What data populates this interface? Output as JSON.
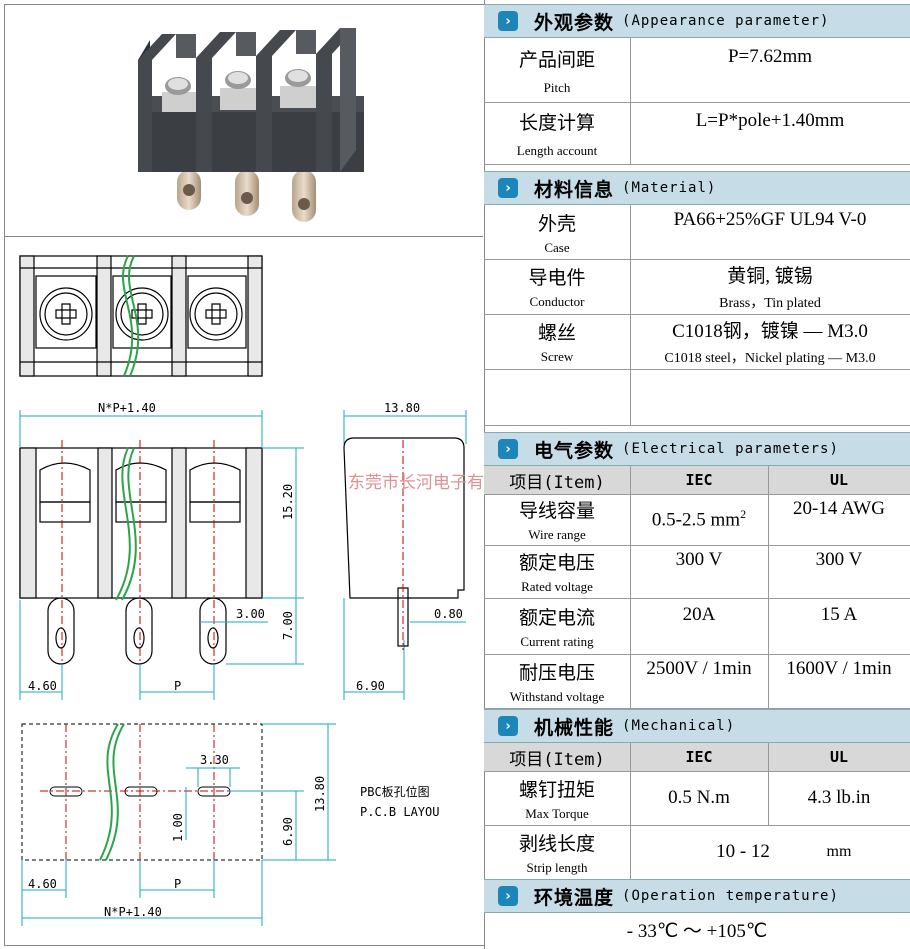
{
  "watermark": "东莞市长河电子有",
  "drawings": {
    "dims": {
      "np_top": "N*P+1.40",
      "w_1380": "13.80",
      "h_1520": "15.20",
      "h_700": "7.00",
      "d_300": "3.00",
      "d_080": "0.80",
      "d_460": "4.60",
      "p": "P",
      "d_690": "6.90",
      "d_330": "3.30",
      "d_100": "1.00",
      "h2_690": "6.90",
      "h2_1380": "13.80",
      "d2_460": "4.60",
      "p2": "P",
      "np_bottom": "N*P+1.40"
    },
    "pcb_label_line1": "PBC板孔位图",
    "pcb_label_line2": "P.C.B LAYOU"
  },
  "sections": {
    "appearance": {
      "title": "外观参数",
      "subtitle": "(Appearance parameter)"
    },
    "material": {
      "title": "材料信息",
      "subtitle": "(Material)"
    },
    "electrical": {
      "title": "电气参数",
      "subtitle": "(Electrical parameters)"
    },
    "mechanical": {
      "title": "机械性能",
      "subtitle": "(Mechanical)"
    },
    "temperature": {
      "title": "环境温度",
      "subtitle": "(Operation temperature)"
    }
  },
  "appearance_rows": [
    {
      "zh": "产品间距",
      "en": "Pitch",
      "value": "P=7.62mm"
    },
    {
      "zh": "长度计算",
      "en": "Length account",
      "value": "L=P*pole+1.40mm"
    }
  ],
  "material_rows": [
    {
      "zh": "外壳",
      "en": "Case",
      "value": "PA66+25%GF UL94 V-0",
      "value_en": ""
    },
    {
      "zh": "导电件",
      "en": "Conductor",
      "value": "黄铜, 镀锡",
      "value_en": "Brass，Tin plated"
    },
    {
      "zh": "螺丝",
      "en": "Screw",
      "value": "C1018钢，镀镍 — M3.0",
      "value_en": "C1018 steel，Nickel plating — M3.0"
    }
  ],
  "electrical": {
    "header": {
      "item": "项目(Item)",
      "iec": "IEC",
      "ul": "UL"
    },
    "rows": [
      {
        "zh": "导线容量",
        "en": "Wire range",
        "iec": "0.5-2.5 mm",
        "iec_sup": "2",
        "ul": "20-14  AWG"
      },
      {
        "zh": "额定电压",
        "en": "Rated voltage",
        "iec": "300 V",
        "ul": "300 V"
      },
      {
        "zh": "额定电流",
        "en": "Current rating",
        "iec": "20A",
        "ul": "15  A"
      },
      {
        "zh": "耐压电压",
        "en": "Withstand voltage",
        "iec": "2500V / 1min",
        "ul": "1600V / 1min"
      }
    ]
  },
  "mechanical": {
    "header": {
      "item": "项目(Item)",
      "iec": "IEC",
      "ul": "UL"
    },
    "rows": [
      {
        "zh": "螺钉扭矩",
        "en": "Max Torque",
        "iec": "0.5  N.m",
        "ul": "4.3 lb.in"
      },
      {
        "zh": "剥线长度",
        "en": "Strip length",
        "value": "10  -  12",
        "unit": "mm"
      }
    ]
  },
  "temperature_value": "- 33℃  ～  +105℃"
}
